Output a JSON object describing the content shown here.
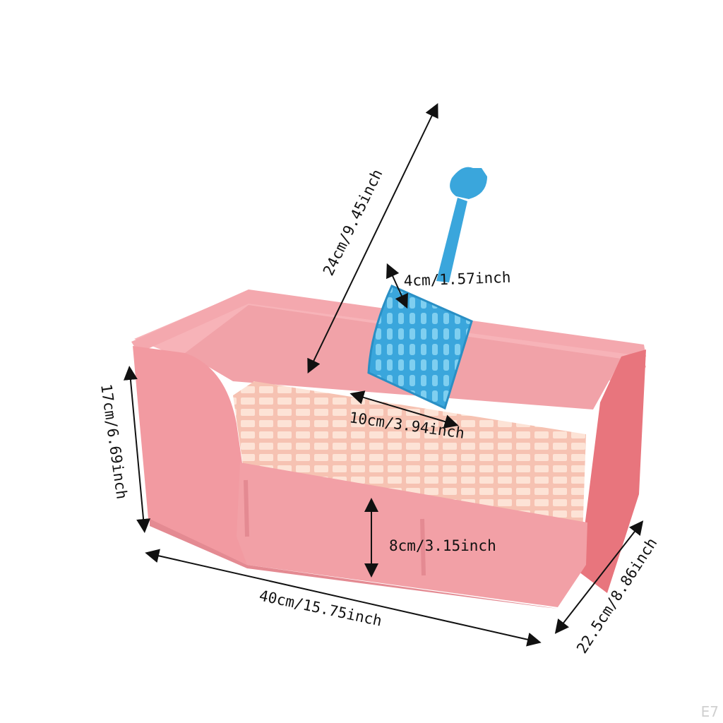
{
  "product": {
    "dimensions": {
      "scoop_length": "24cm/9.45inch",
      "scoop_width": "4cm/1.57inch",
      "grid_width": "10cm/3.94inch",
      "height": "17cm/6.69inch",
      "grid_height": "8cm/3.15inch",
      "length": "40cm/15.75inch",
      "depth": "22.5cm/8.86inch"
    }
  },
  "watermark": "E7",
  "colors": {
    "tray": "#f2a0a6",
    "tray_dark": "#e48a92",
    "tray_inner": "#f7b3b8",
    "grid": "#fbd6c8",
    "scoop": "#3aa6dc",
    "arrow": "#111111"
  }
}
